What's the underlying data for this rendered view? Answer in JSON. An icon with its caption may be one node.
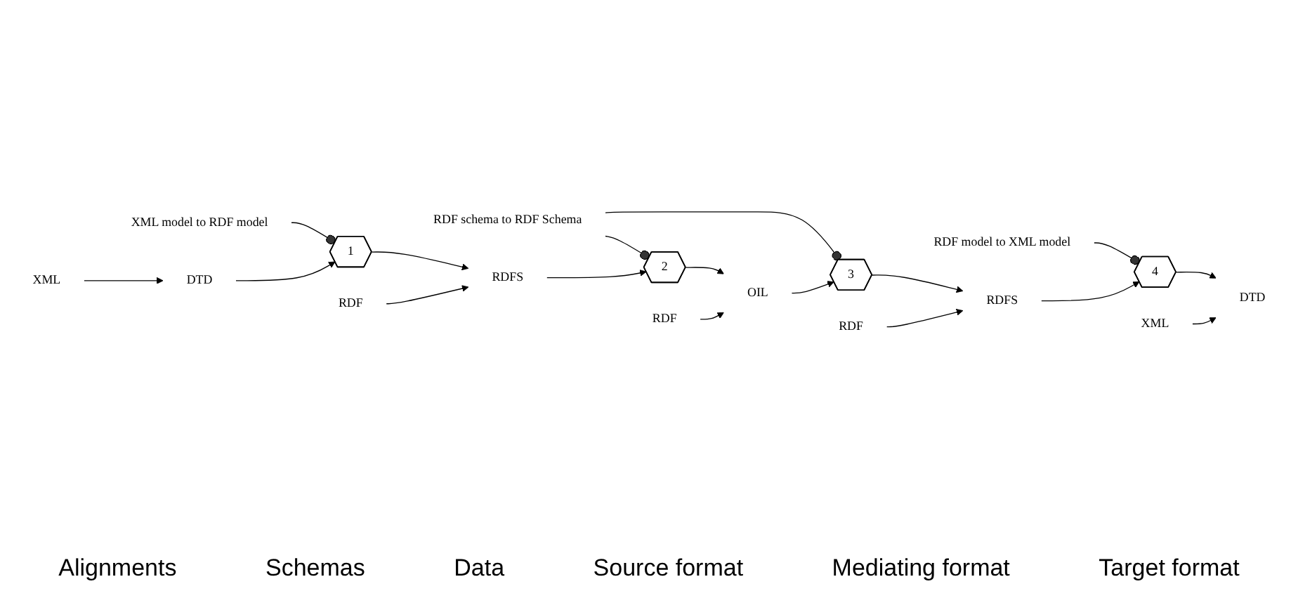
{
  "diagram": {
    "nodes": [
      {
        "text": [
          "XML model to RDF model"
        ]
      },
      {
        "text": [
          "RDF schema to RDF Schema"
        ]
      },
      {
        "text": [
          "RDF model to XML model"
        ]
      },
      {
        "text": [
          "1"
        ]
      },
      {
        "text": [
          "2"
        ]
      },
      {
        "text": [
          "3"
        ]
      },
      {
        "text": [
          "4"
        ]
      },
      {
        "text": [
          "DTD"
        ]
      },
      {
        "text": [
          "RDFS"
        ]
      },
      {
        "text": [
          "OIL"
        ]
      },
      {
        "text": [
          "RDFS"
        ]
      },
      {
        "text": [
          "DTD"
        ]
      },
      {
        "text": [
          "XML"
        ]
      },
      {
        "text": [
          "RDF"
        ]
      },
      {
        "text": [
          "RDF"
        ]
      },
      {
        "text": [
          "RDF"
        ]
      },
      {
        "text": [
          "XML"
        ]
      }
    ],
    "edges": [
      {
        "from": 0,
        "to": 3,
        "arrow": "other"
      },
      {
        "from": 1,
        "to": 4,
        "arrow": "other"
      },
      {
        "from": 1,
        "to": 5,
        "arrow": "other"
      },
      {
        "from": 2,
        "to": 6,
        "arrow": "other"
      },
      {
        "from": 7,
        "to": 3,
        "arrow": "to"
      },
      {
        "from": 3,
        "to": 8,
        "arrow": "to"
      },
      {
        "from": 8,
        "to": 4,
        "arrow": "to"
      },
      {
        "from": 4,
        "to": 9,
        "arrow": "to"
      },
      {
        "from": 9,
        "to": 5,
        "arrow": "to"
      },
      {
        "from": 5,
        "to": 10,
        "arrow": "to"
      },
      {
        "from": 10,
        "to": 6,
        "arrow": "to"
      },
      {
        "from": 6,
        "to": 11,
        "arrow": "to"
      },
      {
        "from": 12,
        "to": 7,
        "arrow": "to"
      },
      {
        "from": 13,
        "to": 8,
        "arrow": "to"
      },
      {
        "from": 14,
        "to": 9,
        "arrow": "to"
      },
      {
        "from": 15,
        "to": 10,
        "arrow": "to"
      },
      {
        "from": 16,
        "to": 11,
        "arrow": "to"
      }
    ],
    "labels": [
      "Alignments",
      "Schemas",
      "Data",
      "Source format",
      "Mediating format",
      "Target format"
    ]
  }
}
